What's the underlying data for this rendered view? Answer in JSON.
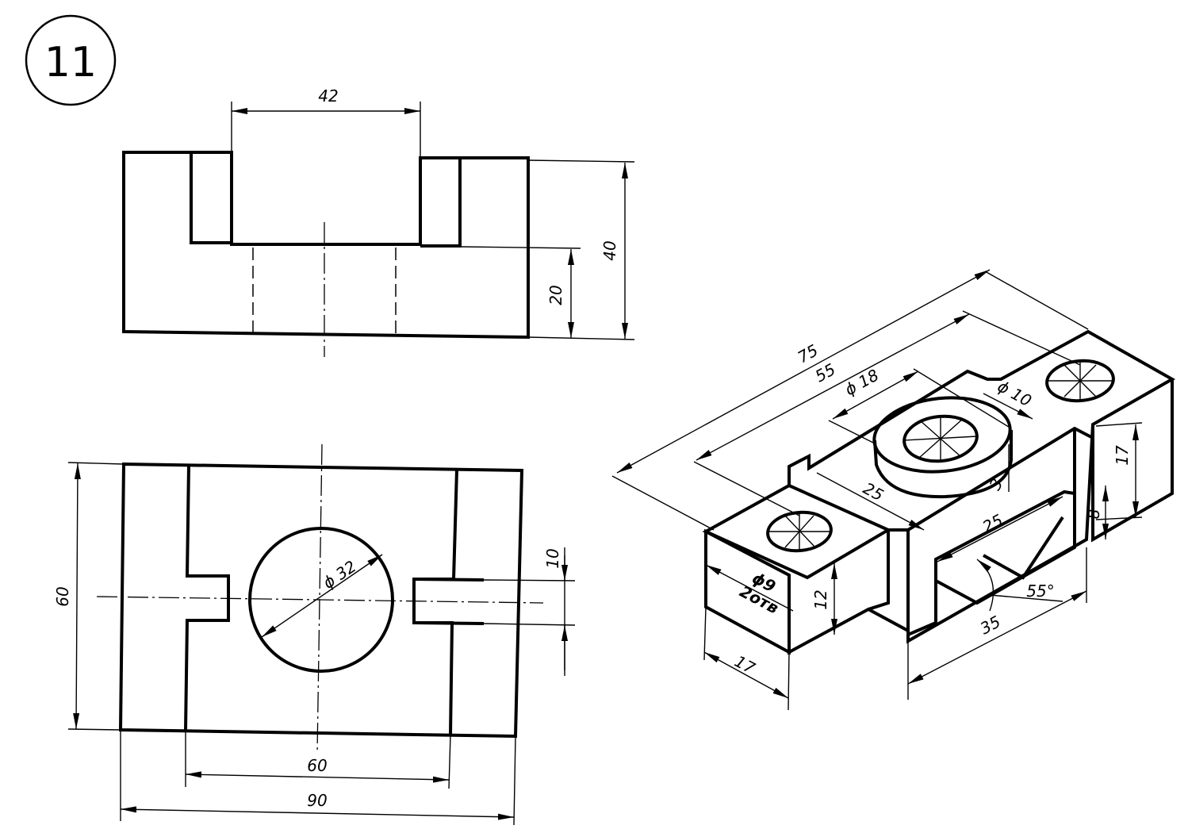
{
  "sheet_number": "11",
  "front_view": {
    "width_top_slot": "42",
    "height_total": "40",
    "height_step": "20"
  },
  "top_view": {
    "hole_diameter": "ϕ 32",
    "depth": "60",
    "inner_width": "60",
    "overall_width": "90",
    "slot_width": "10"
  },
  "iso_view": {
    "length_75": "75",
    "length_55": "55",
    "boss_diameter": "ϕ 18",
    "bore_diameter": "ϕ 10",
    "boss_height": "3",
    "slot_25a": "25",
    "slot_25b": "25",
    "height_17": "17",
    "height_8": "8",
    "height_12": "12",
    "width_17": "17",
    "hole_spec": "ϕ9",
    "hole_count": "2отв",
    "angle": "55°",
    "slot_35": "35"
  }
}
